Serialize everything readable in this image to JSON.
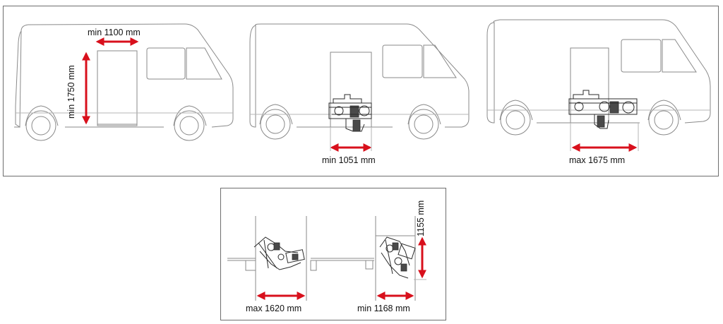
{
  "colors": {
    "arrow": "#d8101c",
    "outline": "#8a8a8a",
    "mechanism": "#2b2b2b"
  },
  "top_panel": {
    "van1": {
      "width_label": "min 1100 mm",
      "height_label": "min 1750 mm"
    },
    "van2": {
      "label": "min 1051 mm"
    },
    "van3": {
      "label": "max 1675 mm"
    }
  },
  "bottom_panel": {
    "left": {
      "label": "max 1620 mm"
    },
    "right": {
      "width_label": "min 1168 mm",
      "height_label": "1155 mm"
    }
  }
}
